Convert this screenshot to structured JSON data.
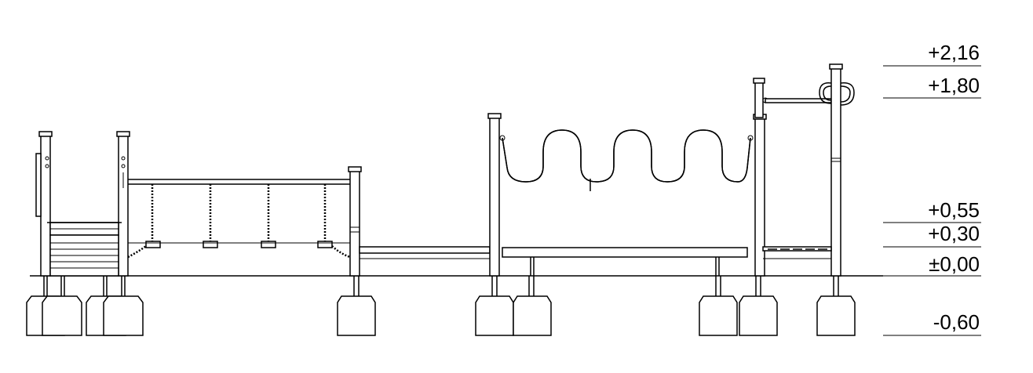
{
  "levels": [
    {
      "label": "+2,16",
      "value": 2.16
    },
    {
      "label": "+1,80",
      "value": 1.8
    },
    {
      "label": "+0,55",
      "value": 0.55
    },
    {
      "label": "+0,30",
      "value": 0.3
    },
    {
      "label": "±0,00",
      "value": 0.0
    },
    {
      "label": "-0,60",
      "value": -0.6
    }
  ]
}
